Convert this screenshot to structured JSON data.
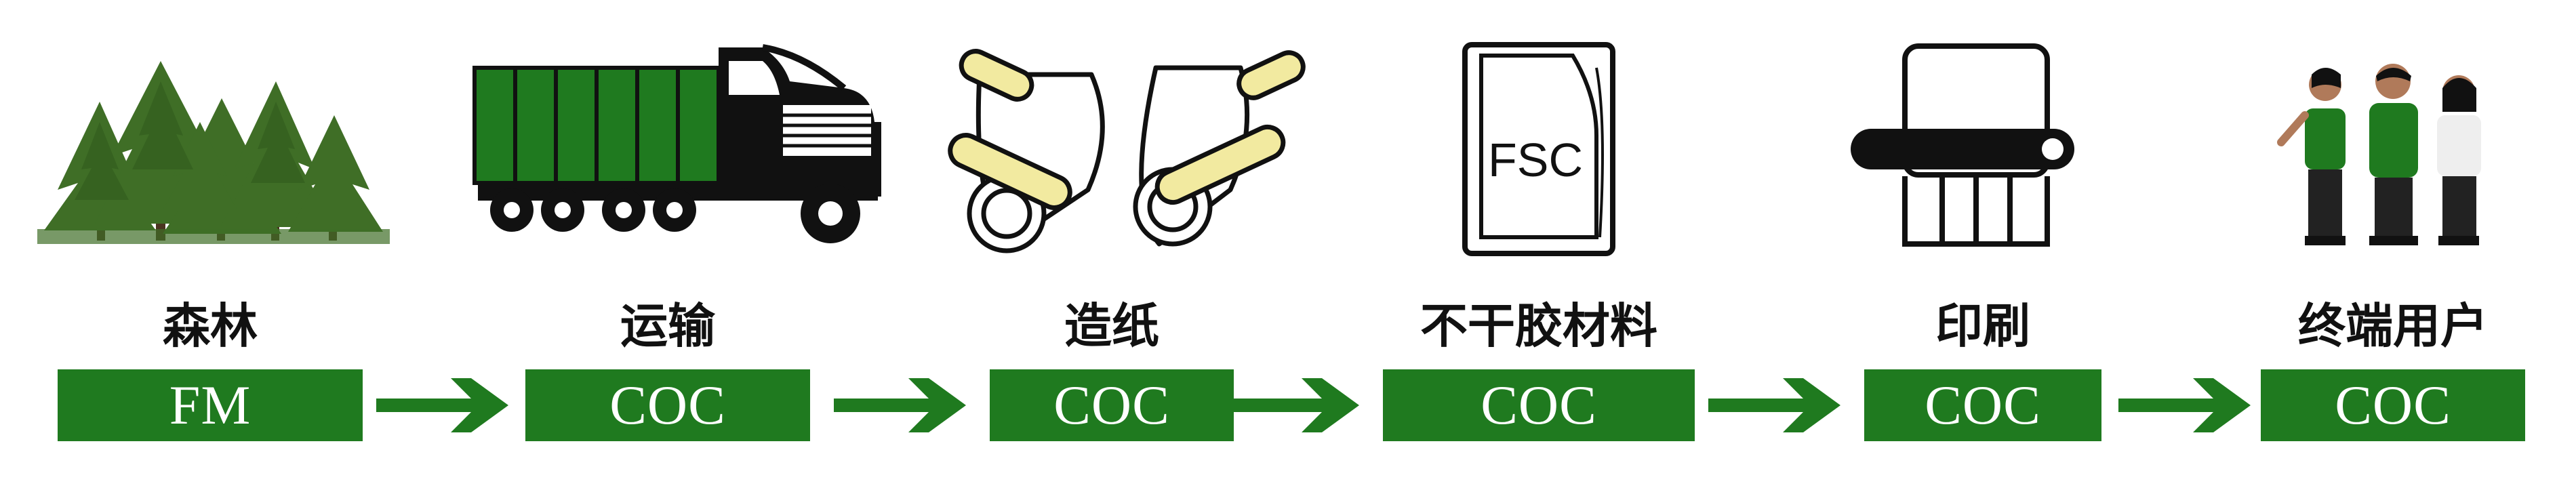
{
  "colors": {
    "green": "#1f7a1f",
    "tree_green": "#3f6e26",
    "tree_trunk": "#4a3520",
    "ink": "#111111",
    "roll_yellow": "#f2eaa0",
    "skin": "#b07a5a",
    "shirt_white": "#eeeeee"
  },
  "stages": [
    {
      "label": "森林",
      "cert": "FM",
      "icon": "forest-icon"
    },
    {
      "label": "运输",
      "cert": "COC",
      "icon": "truck-icon"
    },
    {
      "label": "造纸",
      "cert": "COC",
      "icon": "paper-rolls-icon"
    },
    {
      "label": "不干胶材料",
      "cert": "COC",
      "icon": "fsc-label-icon"
    },
    {
      "label": "印刷",
      "cert": "COC",
      "icon": "printer-icon"
    },
    {
      "label": "终端用户",
      "cert": "COC",
      "icon": "end-users-icon"
    }
  ],
  "fsc_icon_text": "FSC"
}
